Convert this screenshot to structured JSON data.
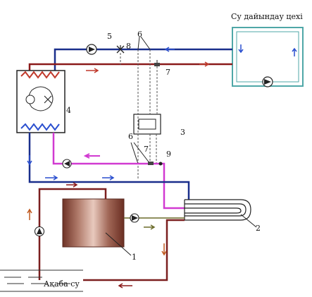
{
  "labels": {
    "workshop": "Су дайындау цехі",
    "waste_water": "Ақаба су"
  },
  "numbers": {
    "tank": "1",
    "heat_exchanger": "2",
    "controller": "3",
    "heat_pump": "4",
    "pump": "5",
    "sensor_top": "6",
    "sensor_bottom": "6",
    "valve_top": "7",
    "valve_bottom": "7",
    "valve_8": "8",
    "valve_9": "9"
  },
  "colors": {
    "supply_red": "#8b1a1a",
    "return_blue": "#1a2f8c",
    "magenta": "#d13ad1",
    "workshop_teal": "#4fa7a7",
    "tank_brown": "#8a4a3a",
    "arrow_red": "#c0392b",
    "arrow_blue": "#2a4fcf"
  },
  "icons": [
    "pump-icon",
    "valve-icon",
    "arrow-icon",
    "heat-exchanger-icon"
  ]
}
